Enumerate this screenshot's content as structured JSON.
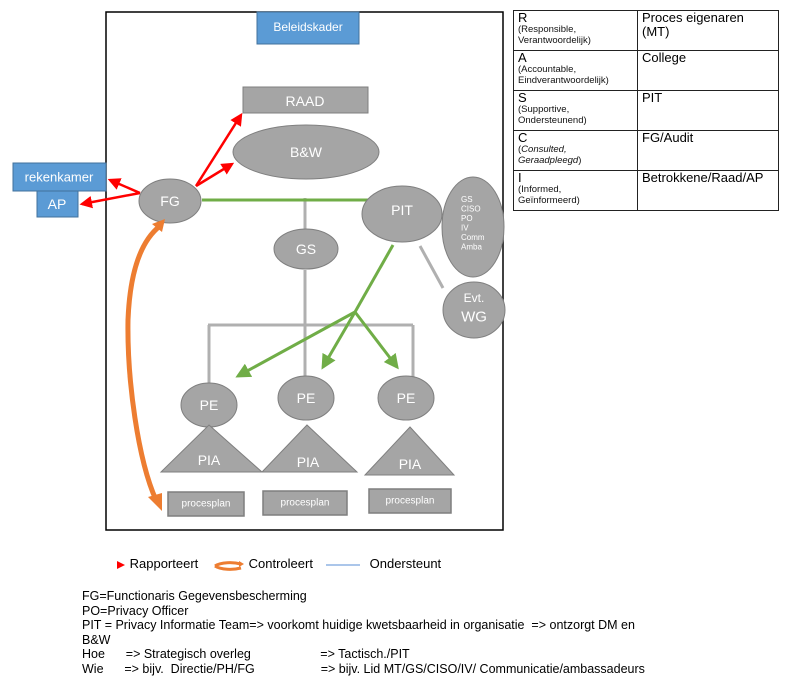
{
  "diagram": {
    "frame_label": "Beleidskader",
    "nodes": {
      "raad": "RAAD",
      "bw": "B&W",
      "fg": "FG",
      "pit": "PIT",
      "gs": "GS",
      "pit_members": [
        "GS",
        "CISO",
        "PO",
        "IV",
        "Comm",
        "Amba"
      ],
      "wg": [
        "Evt.",
        "WG"
      ],
      "rekenkamer": "rekenkamer",
      "ap": "AP",
      "pe": [
        "PE",
        "PE",
        "PE"
      ],
      "pia": [
        "PIA",
        "PIA",
        "PIA"
      ],
      "procesplan": [
        "procesplan",
        "procesplan",
        "procesplan"
      ]
    },
    "colors": {
      "blue_box": "#5b9bd5",
      "gray_node": "#a5a5a5",
      "rapporteert": "#ff0000",
      "controleert": "#ed7d31",
      "ondersteunt_green": "#70ad47",
      "connector_gray": "#b0b0b0"
    }
  },
  "raci": [
    {
      "letter": "R",
      "en": "(Responsible,",
      "nl": "Verantwoordelijk)",
      "italic": false,
      "value": "Proces eigenaren (MT)"
    },
    {
      "letter": "A",
      "en": "(Accountable,",
      "nl": "Eindverantwoordelijk)",
      "italic": false,
      "value": "College"
    },
    {
      "letter": "S",
      "en": "(Supportive,",
      "nl": "Ondersteunend)",
      "italic": false,
      "value": "PIT"
    },
    {
      "letter": "C",
      "en": "Consulted,",
      "nl": "Geraadpleegd",
      "italic": true,
      "value": "FG/Audit"
    },
    {
      "letter": "I",
      "en": "(Informed,",
      "nl": "Geïnformeerd)",
      "italic": false,
      "value": "Betrokkene/Raad/AP"
    }
  ],
  "legend": {
    "rapporteert": "Rapporteert",
    "controleert": "Controleert",
    "ondersteunt": "Ondersteunt"
  },
  "notes": [
    "FG=Functionaris Gegevensbescherming",
    "PO=Privacy Officer",
    "PIT = Privacy Informatie Team=> voorkomt huidige kwetsbaarheid in organisatie  => ontzorgt DM en",
    "B&W",
    "Hoe      => Strategisch overleg                    => Tactisch./PIT",
    "Wie      => bijv.  Directie/PH/FG                   => bijv. Lid MT/GS/CISO/IV/ Communicatie/ambassadeurs"
  ]
}
